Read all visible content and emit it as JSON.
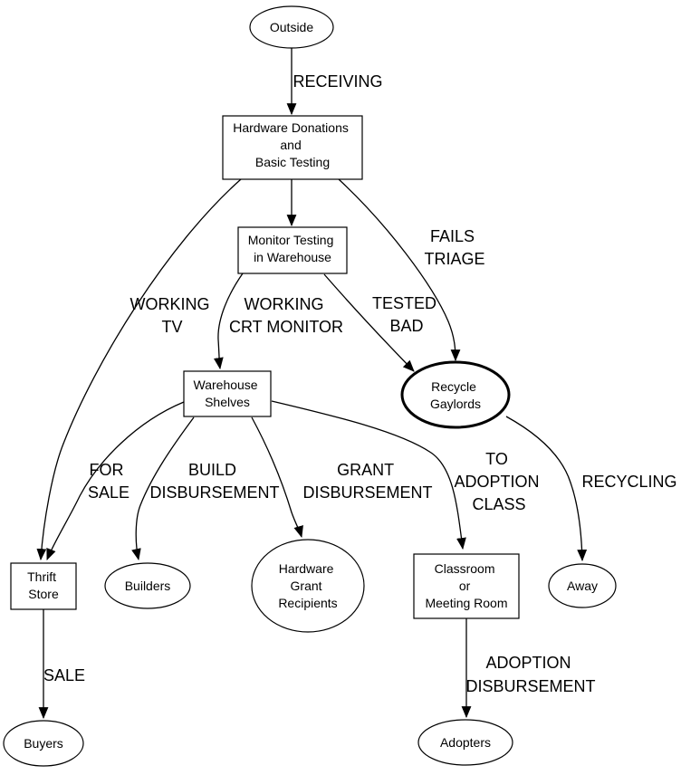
{
  "colors": {
    "background": "#ffffff",
    "node_stroke": "#000000",
    "edge_stroke": "#000000",
    "text": "#000000",
    "highlight_stroke": "#0000ee"
  },
  "graph": {
    "nodes": [
      {
        "id": "outside",
        "shape": "ellipse",
        "lines": [
          "Outside"
        ]
      },
      {
        "id": "hardware-donations",
        "shape": "rect",
        "lines": [
          "Hardware Donations",
          "and",
          "Basic Testing"
        ]
      },
      {
        "id": "monitor-testing",
        "shape": "rect",
        "lines": [
          "Monitor Testing",
          "in Warehouse"
        ]
      },
      {
        "id": "recycle-gaylords",
        "shape": "ellipse",
        "highlighted": true,
        "lines": [
          "Recycle",
          "Gaylords"
        ]
      },
      {
        "id": "warehouse-shelves",
        "shape": "rect",
        "lines": [
          "Warehouse",
          "Shelves"
        ]
      },
      {
        "id": "thrift-store",
        "shape": "rect",
        "lines": [
          "Thrift",
          "Store"
        ]
      },
      {
        "id": "builders",
        "shape": "ellipse",
        "lines": [
          "Builders"
        ]
      },
      {
        "id": "hardware-grant-recipients",
        "shape": "ellipse",
        "lines": [
          "Hardware",
          "Grant",
          "Recipients"
        ]
      },
      {
        "id": "classroom-meeting-room",
        "shape": "rect",
        "lines": [
          "Classroom",
          "or",
          "Meeting Room"
        ]
      },
      {
        "id": "away",
        "shape": "ellipse",
        "lines": [
          "Away"
        ]
      },
      {
        "id": "buyers",
        "shape": "ellipse",
        "lines": [
          "Buyers"
        ]
      },
      {
        "id": "adopters",
        "shape": "ellipse",
        "lines": [
          "Adopters"
        ]
      }
    ],
    "edges": [
      {
        "from": "outside",
        "to": "hardware-donations",
        "label_lines": [
          "RECEIVING"
        ]
      },
      {
        "from": "hardware-donations",
        "to": "monitor-testing",
        "label_lines": []
      },
      {
        "from": "hardware-donations",
        "to": "thrift-store",
        "label_lines": [
          "WORKING",
          "TV"
        ]
      },
      {
        "from": "hardware-donations",
        "to": "recycle-gaylords",
        "label_lines": [
          "FAILS",
          "TRIAGE"
        ]
      },
      {
        "from": "monitor-testing",
        "to": "warehouse-shelves",
        "label_lines": [
          "WORKING",
          "CRT MONITOR"
        ]
      },
      {
        "from": "monitor-testing",
        "to": "recycle-gaylords",
        "label_lines": [
          "TESTED",
          "BAD"
        ]
      },
      {
        "from": "warehouse-shelves",
        "to": "thrift-store",
        "label_lines": [
          "FOR",
          "SALE"
        ]
      },
      {
        "from": "warehouse-shelves",
        "to": "builders",
        "label_lines": [
          "BUILD",
          "DISBURSEMENT"
        ]
      },
      {
        "from": "warehouse-shelves",
        "to": "hardware-grant-recipients",
        "label_lines": [
          "GRANT",
          "DISBURSEMENT"
        ]
      },
      {
        "from": "warehouse-shelves",
        "to": "classroom-meeting-room",
        "label_lines": [
          "TO",
          "ADOPTION",
          "CLASS"
        ]
      },
      {
        "from": "recycle-gaylords",
        "to": "away",
        "label_lines": [
          "RECYCLING"
        ]
      },
      {
        "from": "thrift-store",
        "to": "buyers",
        "label_lines": [
          "SALE"
        ]
      },
      {
        "from": "classroom-meeting-room",
        "to": "adopters",
        "label_lines": [
          "ADOPTION",
          "DISBURSEMENT"
        ]
      }
    ]
  }
}
